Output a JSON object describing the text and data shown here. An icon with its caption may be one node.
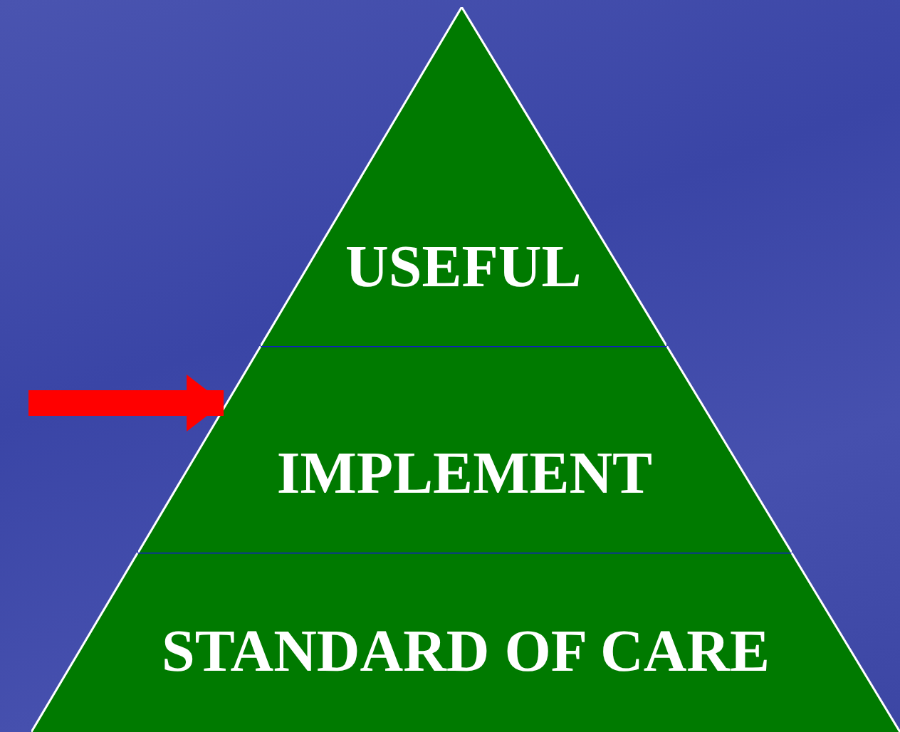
{
  "diagram": {
    "nodes": [
      {
        "text": [
          "USEFUL"
        ]
      },
      {
        "text": [
          "IMPLEMENT"
        ]
      },
      {
        "text": [
          "STANDARD OF CARE"
        ]
      }
    ],
    "edges": [
      {
        "from": null,
        "to": 1,
        "arrow": "to"
      }
    ]
  }
}
